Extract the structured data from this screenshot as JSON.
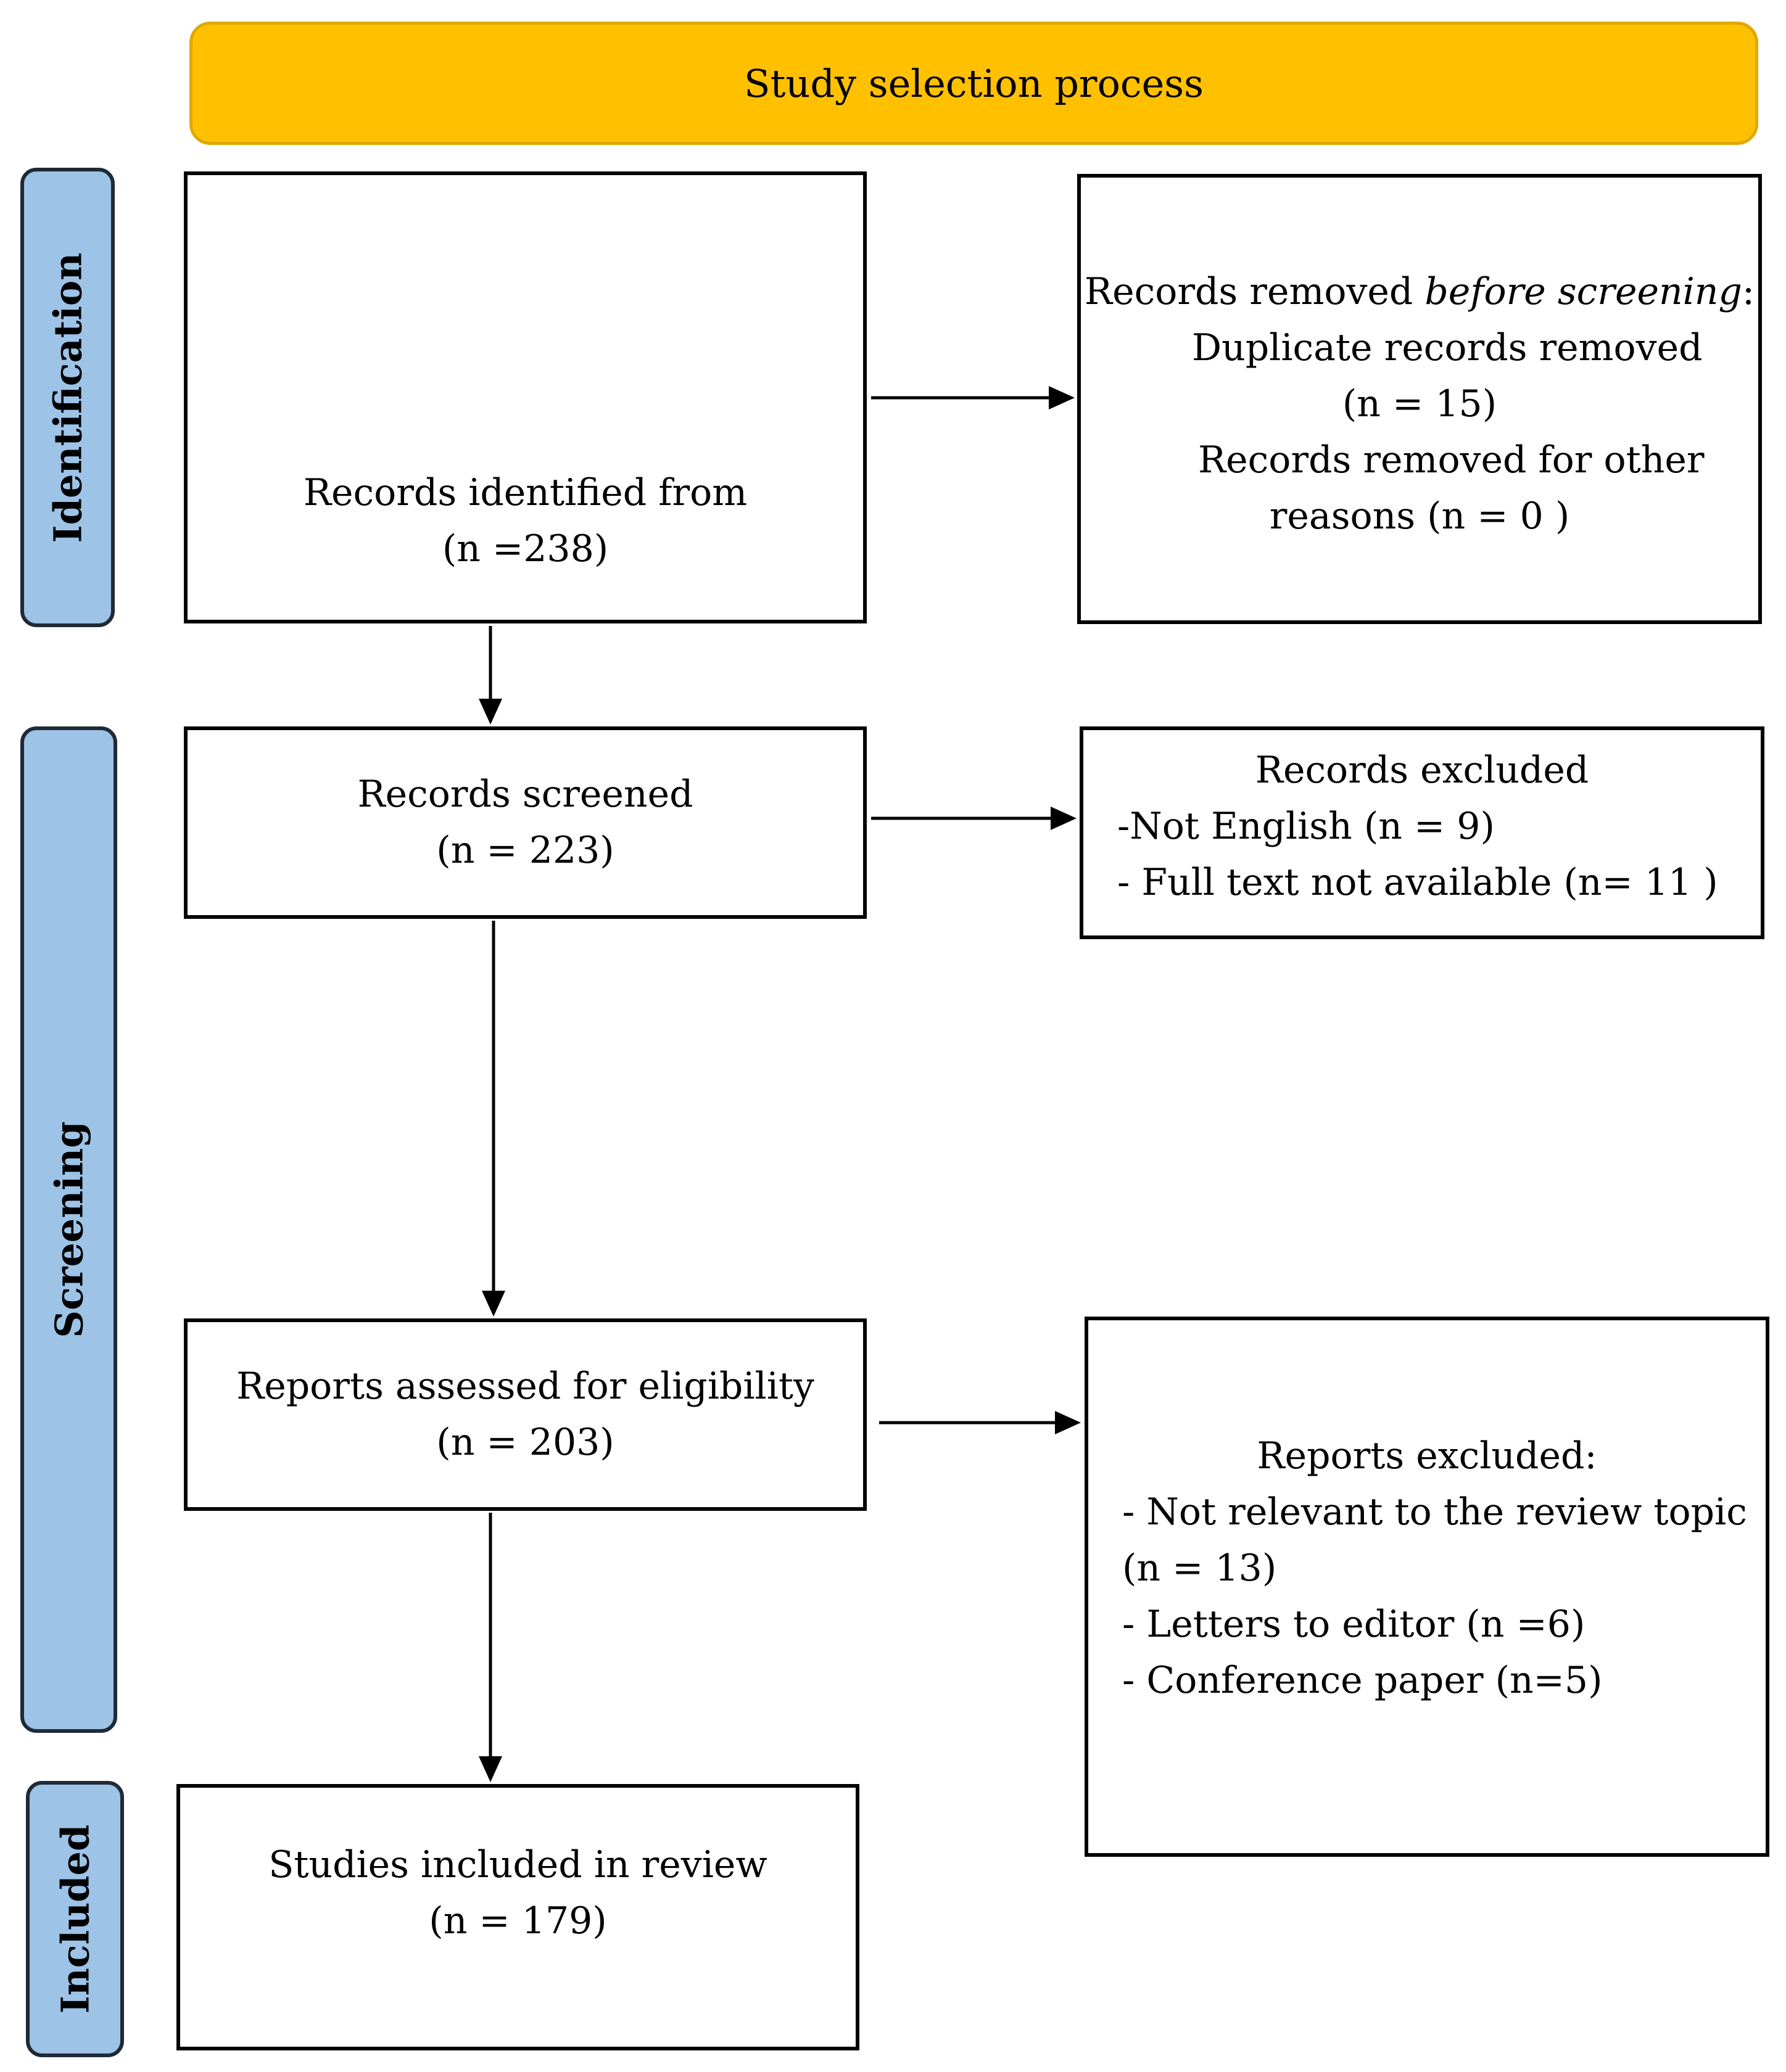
{
  "header": {
    "title": "Study selection process"
  },
  "phases": {
    "identification": "Identification",
    "screening": "Screening",
    "included": "Included"
  },
  "boxes": {
    "records_identified": {
      "label": "Records identified from",
      "count": "(n =238)"
    },
    "records_removed": {
      "title_prefix": "Records removed ",
      "title_italic": "before screening",
      "title_suffix": ":",
      "duplicate_label": "Duplicate records removed",
      "duplicate_count": "(n = 15)",
      "other_label": "Records removed for other",
      "other_count": "reasons (n = 0 )"
    },
    "records_screened": {
      "label": "Records screened",
      "count": "(n = 223)"
    },
    "records_excluded": {
      "title": "Records excluded",
      "item1": "-Not English (n = 9)",
      "item2": "- Full text not available (n= 11 )"
    },
    "reports_assessed": {
      "label": "Reports assessed for eligibility",
      "count": "(n = 203)"
    },
    "reports_excluded": {
      "title": "Reports excluded:",
      "item1": "- Not relevant to the review topic",
      "item1_count": "(n = 13)",
      "item2": "- Letters to editor (n =6)",
      "item3": "- Conference paper (n=5)"
    },
    "studies_included": {
      "label": "Studies included in review",
      "count": "(n = 179)"
    }
  },
  "colors": {
    "header_fill": "#FFC000",
    "phase_fill": "#9DC3E6",
    "stroke": "#000000"
  }
}
